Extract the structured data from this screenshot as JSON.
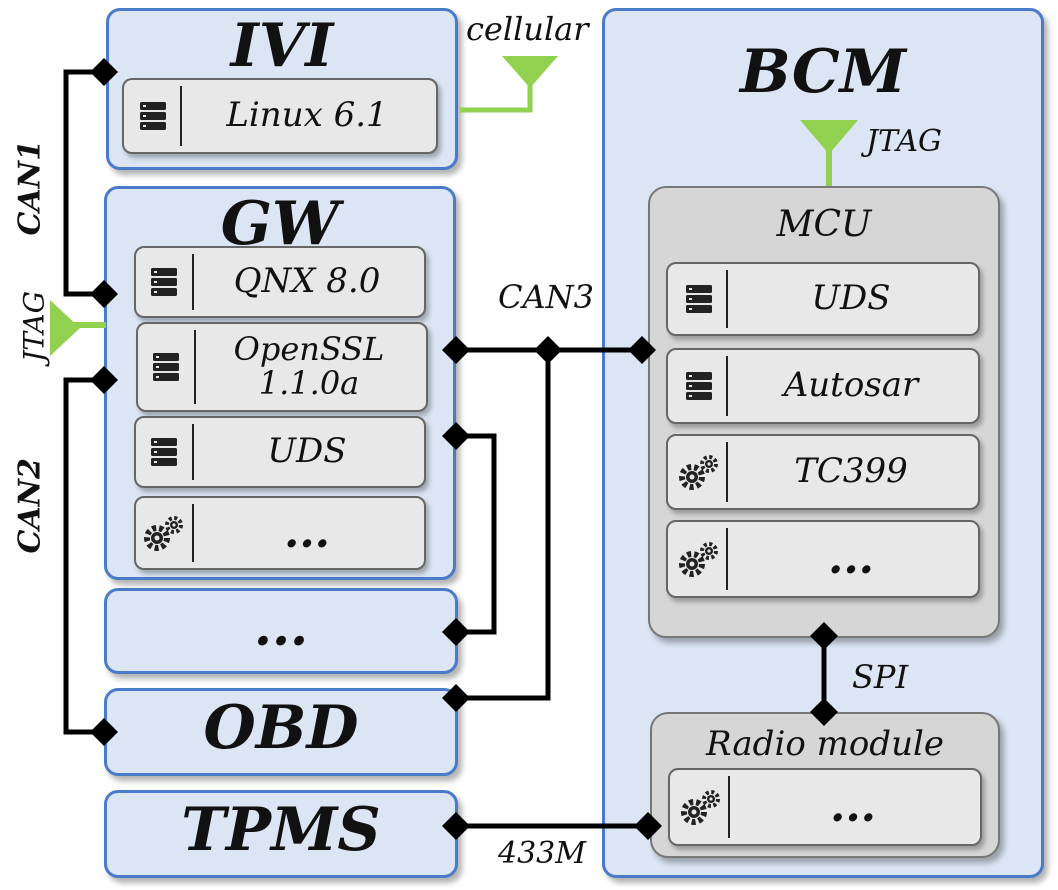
{
  "ivi": {
    "title": "IVI",
    "os": "Linux 6.1"
  },
  "cellular_label": "cellular",
  "gw": {
    "title": "GW",
    "components": [
      {
        "label": "QNX 8.0",
        "icon": "server-icon"
      },
      {
        "label": "OpenSSL",
        "label2": "1.1.0a",
        "icon": "server-icon"
      },
      {
        "label": "UDS",
        "icon": "server-icon"
      },
      {
        "label": "...",
        "icon": "gears-icon"
      }
    ]
  },
  "other_ecu": {
    "label": "..."
  },
  "obd": {
    "title": "OBD"
  },
  "tpms": {
    "title": "TPMS"
  },
  "bcm": {
    "title": "BCM",
    "jtag_label": "JTAG",
    "mcu": {
      "title": "MCU",
      "components": [
        {
          "label": "UDS",
          "icon": "server-icon"
        },
        {
          "label": "Autosar",
          "icon": "server-icon"
        },
        {
          "label": "TC399",
          "icon": "gears-icon"
        },
        {
          "label": "...",
          "icon": "gears-icon"
        }
      ]
    },
    "radio": {
      "title": "Radio module",
      "component": {
        "label": "...",
        "icon": "gears-icon"
      }
    }
  },
  "bus_labels": {
    "can1": "CAN1",
    "can2": "CAN2",
    "can3": "CAN3",
    "jtag_gw": "JTAG",
    "spi": "SPI",
    "m433": "433M"
  },
  "colors": {
    "ecu_fill": "#dbe5f3",
    "ecu_border": "#4a7bc8",
    "antenna": "#92d050",
    "wire": "#000000"
  }
}
